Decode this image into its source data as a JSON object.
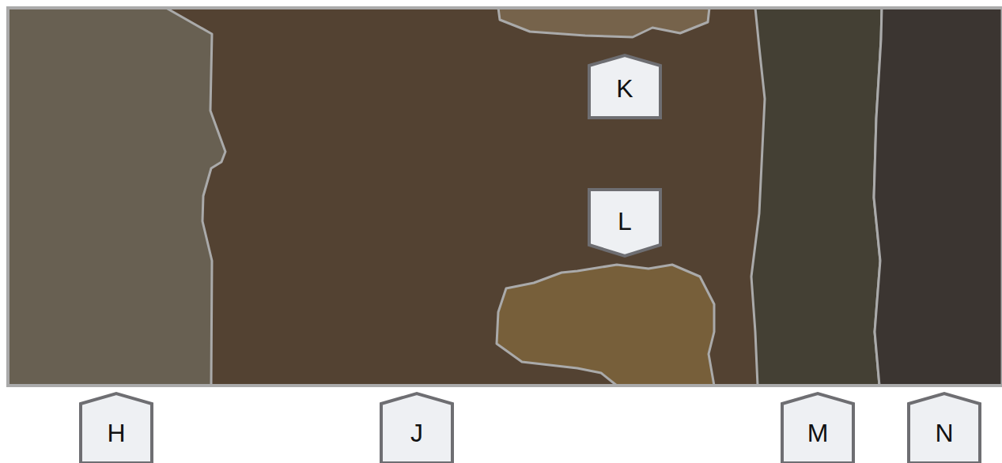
{
  "diagram": {
    "labels": [
      "H",
      "J",
      "K",
      "L",
      "M",
      "N"
    ]
  }
}
